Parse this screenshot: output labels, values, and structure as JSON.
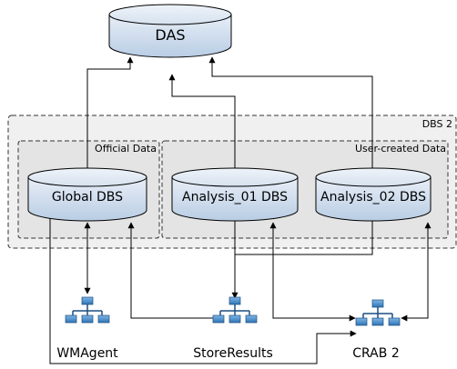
{
  "diagram": {
    "das_label": "DAS",
    "dbs2_label": "DBS 2",
    "official_label": "Official Data",
    "user_label": "User-created Data",
    "global_dbs_label": "Global DBS",
    "analysis01_label": "Analysis_01 DBS",
    "analysis02_label": "Analysis_02 DBS",
    "wmagent_label": "WMAgent",
    "storeresults_label": "StoreResults",
    "crab_label": "CRAB 2"
  },
  "colors": {
    "cylinder_top": "#e8eef7",
    "cylinder_bottom": "#b9cde4",
    "region_fill": "#e6e6e6",
    "line": "#000000",
    "network_blue": "#3d86c6"
  }
}
